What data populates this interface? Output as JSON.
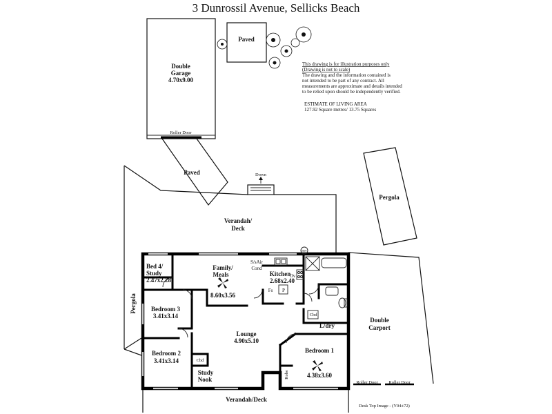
{
  "title": "3 Dunrossil Avenue, Sellicks Beach",
  "disclaimer": {
    "line1": "This drawing is for illustration purposes only",
    "line2": "(Drawing is not to scale)",
    "line3": "The drawing and the information contained is",
    "line4": "not intended to be part of any contract.  All",
    "line5": "measurements are approximate and details intended",
    "line6": "to be relied upon should be independently verified."
  },
  "estimate": {
    "heading": "ESTIMATE OF LIVING AREA",
    "value": "127.92 Square metres/  13.75 Squares"
  },
  "rooms": {
    "garage_name": "Double",
    "garage_name2": "Garage",
    "garage_size": "4.70x9.00",
    "garage_door": "Roller Door",
    "paved_top": "Paved",
    "paved_drive": "Paved",
    "down": "Down",
    "pergola_right": "Pergola",
    "verandah_top": "Verandah/",
    "verandah_top2": "Deck",
    "bed4": "Bed 4/",
    "bed4b": "Study",
    "bed4_size": "2.47x2.28",
    "family": "Family/",
    "family2": "Meals",
    "family_size": "8.60x3.56",
    "aircon": "S/sAir",
    "aircon2": "Cond",
    "kitchen": "Kitchen",
    "kitchen_size": "2.68x2.40",
    "ov": "Ov",
    "fs": "Fs",
    "p": "P",
    "bed3": "Bedroom 3",
    "bed3_size": "3.41x3.14",
    "bed2": "Bedroom 2",
    "bed2_size": "3.41x3.14",
    "lounge": "Lounge",
    "lounge_size": "4.90x5.10",
    "cbd_left": "Cbd",
    "cbd_ldry": "Cbd",
    "ldry": "L/dry",
    "study_nook": "Study",
    "study_nook2": "Nook",
    "bed1": "Bedroom 1",
    "bed1_size": "4.38x3.60",
    "robe": "Robe",
    "pergola_left": "Pergola",
    "carport": "Double",
    "carport2": "Carport",
    "roller_door1": "Roller Door",
    "roller_door2": "Roller Door",
    "verandah_bottom": "Verandah/Deck",
    "hwu": "HW"
  },
  "footer": "Desk Top Image - (Y04±72)"
}
